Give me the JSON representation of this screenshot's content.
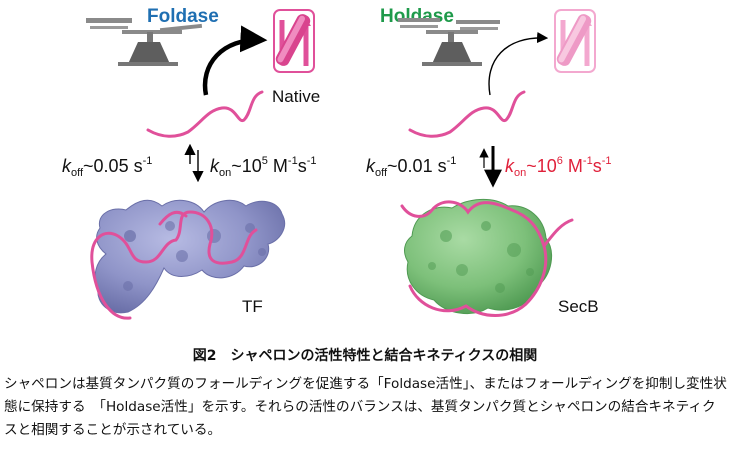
{
  "diagram": {
    "left_title": "Foldase",
    "right_title": "Holdase",
    "native_label": "Native",
    "left_koff_base": "k",
    "left_koff_sub": "off",
    "left_koff_value": "~0.05 s",
    "left_koff_exp": "-1",
    "left_kon_base": "k",
    "left_kon_sub": "on",
    "left_kon_value": "~10",
    "left_kon_exp1": "5",
    "left_kon_unit": " M",
    "left_kon_exp2": "-1",
    "left_kon_unit2": "s",
    "left_kon_exp3": "-1",
    "right_koff_base": "k",
    "right_koff_sub": "off",
    "right_koff_value": "~0.01 s",
    "right_koff_exp": "-1",
    "right_kon_base": "k",
    "right_kon_sub": "on",
    "right_kon_value": "~10",
    "right_kon_exp1": "6",
    "right_kon_unit": " M",
    "right_kon_exp2": "-1",
    "right_kon_unit2": "s",
    "right_kon_exp3": "-1",
    "left_chaperone_label": "TF",
    "right_chaperone_label": "SecB"
  },
  "caption": {
    "title": "図2　シャペロンの活性特性と結合キネティクスの相関",
    "body": "シャペロンは基質タンパク質のフォールディングを促進する「Foldase活性」、またはフォールディングを抑制し変性状態に保持する　「Holdase活性」を示す。それらの活性のバランスは、基質タンパク質とシャペロンの結合キネティクスと相関することが示されている。"
  },
  "colors": {
    "foldase_blue": "#1f6fb2",
    "holdase_green": "#1e9a4a",
    "substrate_pink": "#e0509a",
    "native_faded_pink": "#f3a8cf",
    "tf_lavender": "#8f94c8",
    "secb_green": "#7dc07a",
    "kon_red": "#e0203a",
    "balance_gray": "#8a8a8a"
  }
}
